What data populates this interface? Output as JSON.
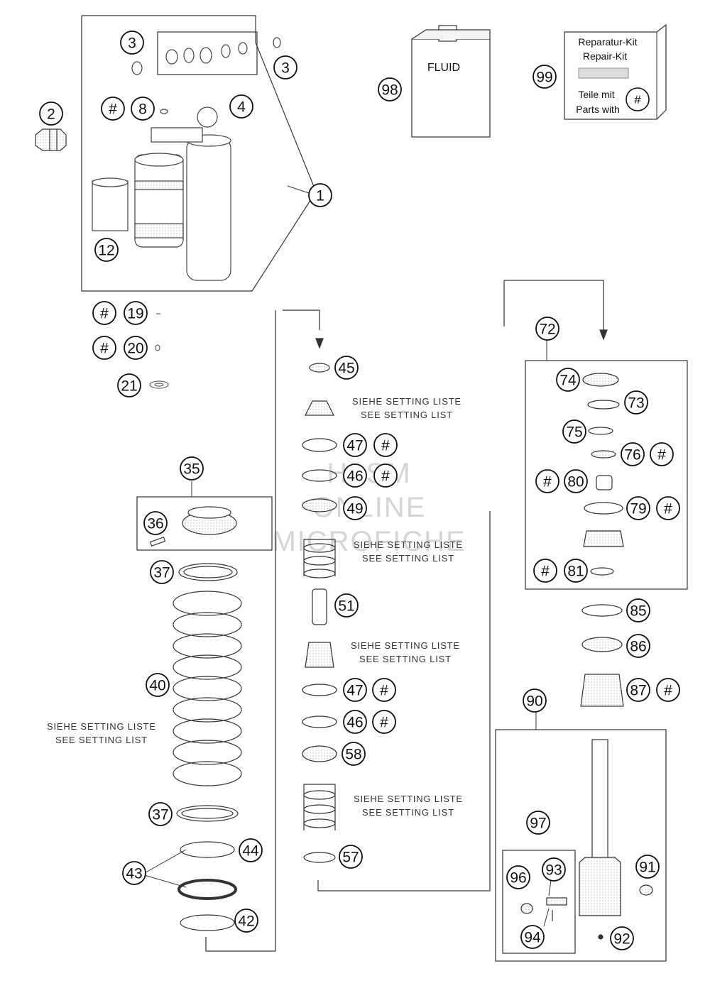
{
  "watermark": {
    "line1": "HLSM",
    "line2": "ONLINE",
    "line3": "MICROFICHE"
  },
  "fluid_label": "FLUID",
  "repair_kit": {
    "line1": "Reparatur-Kit",
    "line2": "Repair-Kit",
    "line3": "Teile mit",
    "line4": "Parts with",
    "symbol": "#"
  },
  "setting_notes": [
    {
      "de": "SIEHE SETTING LISTE",
      "en": "SEE SETTING LIST"
    },
    {
      "de": "SIEHE SETTING LISTE",
      "en": "SEE SETTING LIST"
    },
    {
      "de": "SIEHE SETTING LISTE",
      "en": "SEE SETTING LIST"
    },
    {
      "de": "SIEHE SETTING LISTE",
      "en": "SEE SETTING LIST"
    },
    {
      "de": "SIEHE SETTING LISTE",
      "en": "SEE SETTING LIST"
    }
  ],
  "part_labels": [
    "1",
    "2",
    "3",
    "3",
    "4",
    "#",
    "8",
    "12",
    "#",
    "19",
    "#",
    "20",
    "21",
    "35",
    "36",
    "37",
    "40",
    "37",
    "43",
    "44",
    "42",
    "45",
    "47",
    "#",
    "46",
    "#",
    "49",
    "51",
    "47",
    "#",
    "46",
    "#",
    "58",
    "57",
    "72",
    "74",
    "73",
    "75",
    "76",
    "#",
    "#",
    "80",
    "79",
    "#",
    "#",
    "81",
    "85",
    "86",
    "87",
    "#",
    "90",
    "97",
    "96",
    "93",
    "91",
    "94",
    "92",
    "98",
    "99"
  ]
}
